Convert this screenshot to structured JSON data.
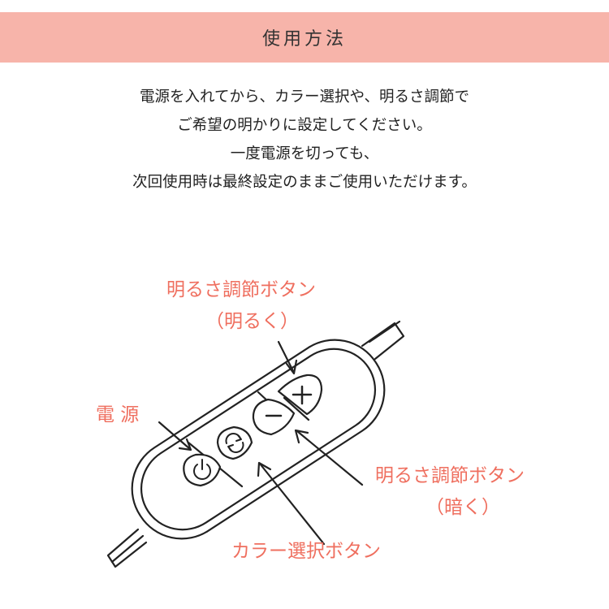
{
  "header": {
    "title": "使用方法"
  },
  "instructions": {
    "lines": [
      "電源を入れてから、カラー選択や、明るさ調節で",
      "ご希望の明かりに設定してください。",
      "一度電源を切っても、",
      "次回使用時は最終設定のままご使用いただけます。"
    ]
  },
  "labels": {
    "brightness_up": "明るさ調節ボタン",
    "brightness_up_sub": "（明るく）",
    "power": "電 源",
    "brightness_down": "明るさ調節ボタン",
    "brightness_down_sub": "（暗く）",
    "color_select": "カラー選択ボタン"
  },
  "colors": {
    "header_bg": "#f7b4aa",
    "label": "#ef6f5f"
  },
  "icons": [
    "plus-icon",
    "minus-icon",
    "color-cycle-icon",
    "power-icon"
  ]
}
